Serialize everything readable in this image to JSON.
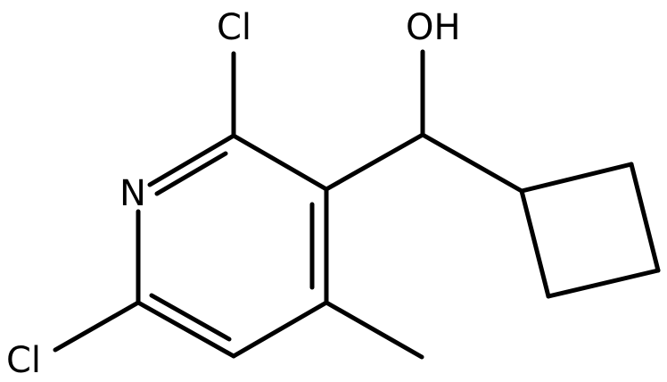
{
  "molecule": {
    "atoms": {
      "oh": "OH",
      "cl_top": "Cl",
      "n": "N",
      "cl_bottom": "Cl"
    }
  },
  "colors": {
    "background": "#ffffff",
    "ink": "#000000"
  }
}
